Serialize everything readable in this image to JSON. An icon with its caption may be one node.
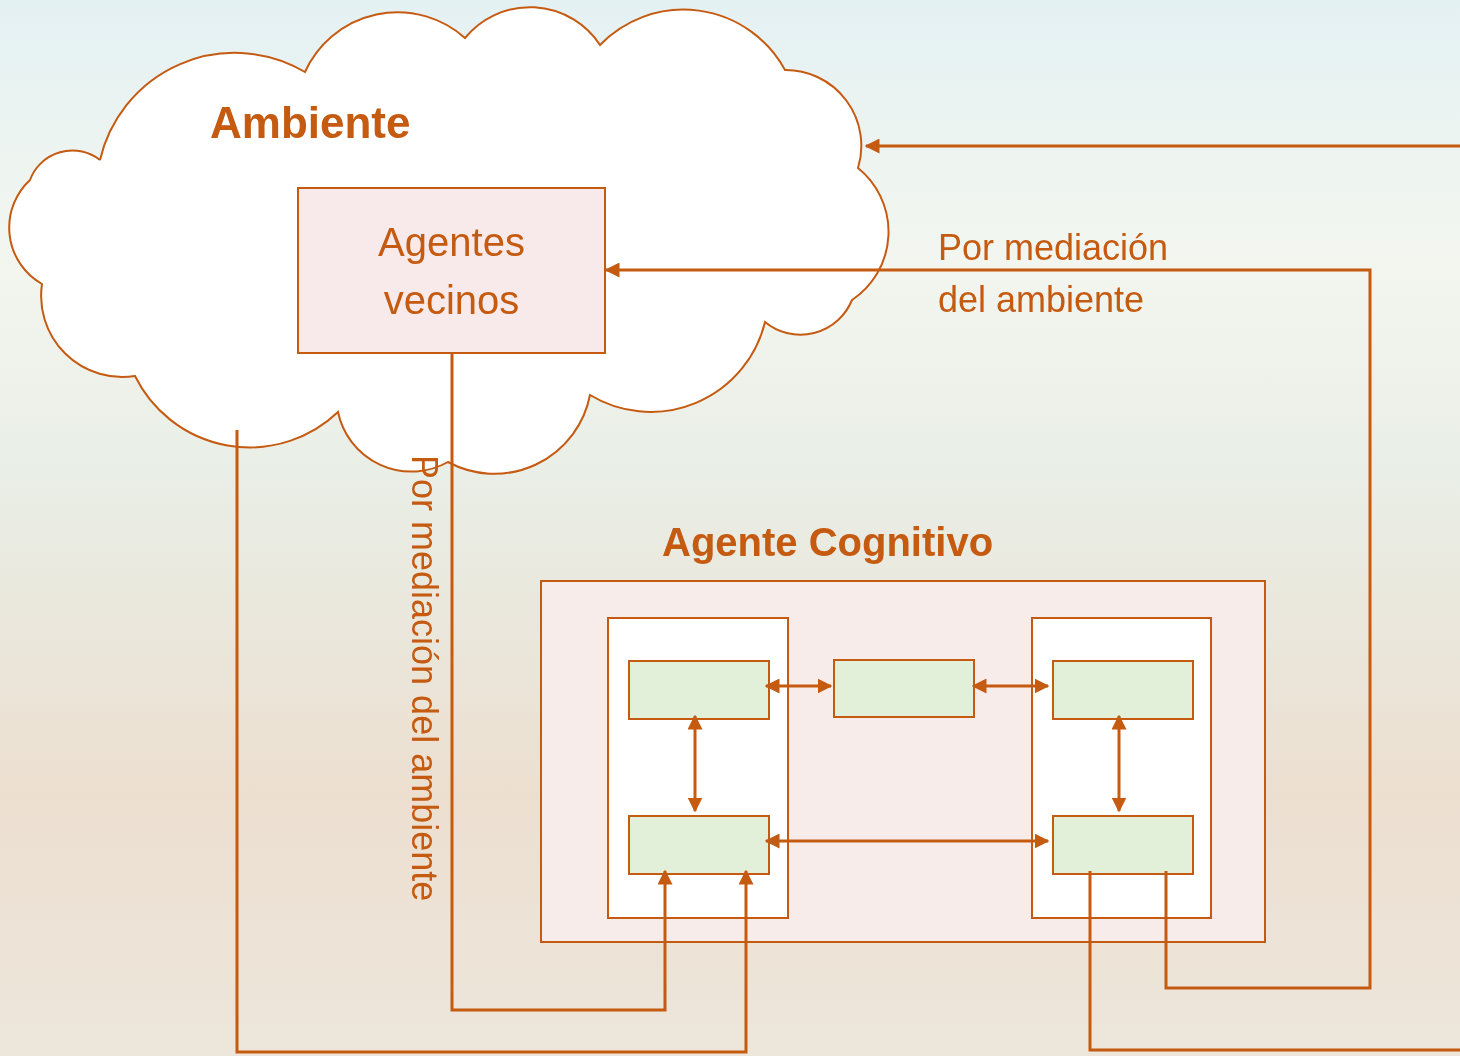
{
  "diagram": {
    "nodes": [
      {
        "text": [
          "Ambiente"
        ]
      },
      {
        "text": [
          "Agentes vecinos"
        ],
        "in": 0
      },
      {
        "text": [
          "Agente Cognitivo"
        ]
      },
      {
        "text": [],
        "shape": "box",
        "in": 2
      },
      {
        "text": [],
        "shape": "box",
        "in": 2
      },
      {
        "text": [],
        "shape": "box",
        "in": 3
      },
      {
        "text": [],
        "shape": "box",
        "in": 2
      },
      {
        "text": [],
        "shape": "box",
        "in": 4
      },
      {
        "text": [],
        "shape": "box",
        "in": 3
      },
      {
        "text": [],
        "shape": "box",
        "in": 4
      }
    ],
    "edges": [
      {
        "from": 5,
        "to": 6,
        "arrow": "both"
      },
      {
        "from": 6,
        "to": 7,
        "arrow": "both"
      },
      {
        "from": 5,
        "to": 8,
        "arrow": "both"
      },
      {
        "from": 7,
        "to": 9,
        "arrow": "both"
      },
      {
        "from": 8,
        "to": 9,
        "arrow": "both"
      },
      {
        "from": 1,
        "to": 8,
        "arrow": "to",
        "label": "Por mediación del ambiente"
      },
      {
        "from": 0,
        "to": 8,
        "arrow": "to"
      },
      {
        "from": 9,
        "to": 1,
        "arrow": "to",
        "label": "Por mediación del ambiente"
      },
      {
        "from": 9,
        "to": null,
        "arrow": "none"
      },
      {
        "from": null,
        "to": 0,
        "arrow": "to"
      }
    ]
  }
}
